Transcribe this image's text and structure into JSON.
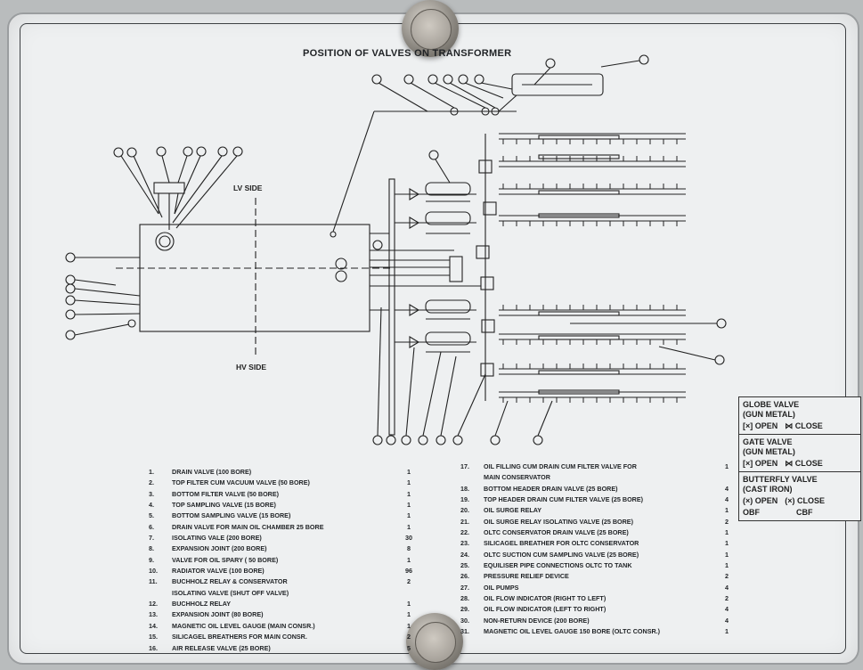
{
  "diagram": {
    "title": "POSITION OF VALVES ON TRANSFORMER",
    "lv_side": "LV SIDE",
    "hv_side": "HV SIDE"
  },
  "legend": {
    "globe": {
      "title_line1": "GLOBE VALVE",
      "title_line2": "(GUN METAL)",
      "open": "[×] OPEN",
      "close": "⋈ CLOSE"
    },
    "gate": {
      "title_line1": "GATE VALVE",
      "title_line2": "(GUN METAL)",
      "open": "[×] OPEN",
      "close": "⋈ CLOSE"
    },
    "butterfly": {
      "title_line1": "BUTTERFLY VALVE",
      "title_line2": "(CAST IRON)",
      "open": "(×) OPEN",
      "close": "(×) CLOSE",
      "open_code": "OBF",
      "close_code": "CBF"
    }
  },
  "left_list": [
    {
      "num": "1.",
      "text": "DRAIN VALVE (100 BORE)",
      "qty": "1"
    },
    {
      "num": "2.",
      "text": "TOP FILTER CUM VACUUM VALVE (50 BORE)",
      "qty": "1"
    },
    {
      "num": "3.",
      "text": "BOTTOM FILTER VALVE (50 BORE)",
      "qty": "1"
    },
    {
      "num": "4.",
      "text": "TOP SAMPLING VALVE (15 BORE)",
      "qty": "1"
    },
    {
      "num": "5.",
      "text": "BOTTOM SAMPLING VALVE (15 BORE)",
      "qty": "1"
    },
    {
      "num": "6.",
      "text": "DRAIN VALVE FOR MAIN OIL CHAMBER 25 BORE",
      "qty": "1"
    },
    {
      "num": "7.",
      "text": "ISOLATING VALE (200 BORE)",
      "qty": "30"
    },
    {
      "num": "8.",
      "text": "EXPANSION JOINT (200 BORE)",
      "qty": "8"
    },
    {
      "num": "9.",
      "text": "VALVE FOR OIL SPARY ( 50 BORE)",
      "qty": "1"
    },
    {
      "num": "10.",
      "text": "RADIATOR VALVE (100 BORE)",
      "qty": "96"
    },
    {
      "num": "11.",
      "text": "BUCHHOLZ RELAY & CONSERVATOR",
      "qty": "2"
    },
    {
      "num": "",
      "text": "ISOLATING VALVE (SHUT OFF VALVE)",
      "qty": ""
    },
    {
      "num": "12.",
      "text": "BUCHHOLZ RELAY",
      "qty": "1"
    },
    {
      "num": "13.",
      "text": "EXPANSION JOINT (80 BORE)",
      "qty": "1"
    },
    {
      "num": "14.",
      "text": "MAGNETIC OIL LEVEL GAUGE (MAIN CONSR.)",
      "qty": "1"
    },
    {
      "num": "15.",
      "text": "SILICAGEL BREATHERS FOR MAIN CONSR.",
      "qty": "2"
    },
    {
      "num": "16.",
      "text": "AIR RELEASE VALVE (25 BORE)",
      "qty": "5"
    }
  ],
  "right_list": [
    {
      "num": "17.",
      "text": "OIL FILLING CUM DRAIN CUM FILTER  VALVE FOR",
      "qty": "1"
    },
    {
      "num": "",
      "text": "MAIN CONSERVATOR",
      "qty": ""
    },
    {
      "num": "18.",
      "text": "BOTTOM HEADER DRAIN VALVE (25 BORE)",
      "qty": "4"
    },
    {
      "num": "19.",
      "text": "TOP HEADER DRAIN CUM FILTER VALVE (25 BORE)",
      "qty": "4"
    },
    {
      "num": "20.",
      "text": "OIL SURGE RELAY",
      "qty": "1"
    },
    {
      "num": "21.",
      "text": "OIL SURGE RELAY ISOLATING VALVE (25 BORE)",
      "qty": "2"
    },
    {
      "num": "22.",
      "text": "OLTC CONSERVATOR DRAIN VALVE  (25 BORE)",
      "qty": "1"
    },
    {
      "num": "23.",
      "text": "SILICAGEL BREATHER FOR OLTC CONSERVATOR",
      "qty": "1"
    },
    {
      "num": "24.",
      "text": "OLTC SUCTION CUM SAMPLING VALVE (25 BORE)",
      "qty": "1"
    },
    {
      "num": "25.",
      "text": "EQUILISER PIPE CONNECTIONS OLTC TO TANK",
      "qty": "1"
    },
    {
      "num": "26.",
      "text": "PRESSURE RELIEF DEVICE",
      "qty": "2"
    },
    {
      "num": "27.",
      "text": "OIL PUMPS",
      "qty": "4"
    },
    {
      "num": "28.",
      "text": "OIL FLOW INDICATOR (RIGHT TO LEFT)",
      "qty": "2"
    },
    {
      "num": "29.",
      "text": "OIL FLOW INDICATOR (LEFT TO RIGHT)",
      "qty": "4"
    },
    {
      "num": "30.",
      "text": "NON-RETURN DEVICE (200 BORE)",
      "qty": "4"
    },
    {
      "num": "31.",
      "text": "MAGNETIC OIL LEVEL GAUGE 150 BORE (OLTC CONSR.)",
      "qty": "1"
    }
  ]
}
